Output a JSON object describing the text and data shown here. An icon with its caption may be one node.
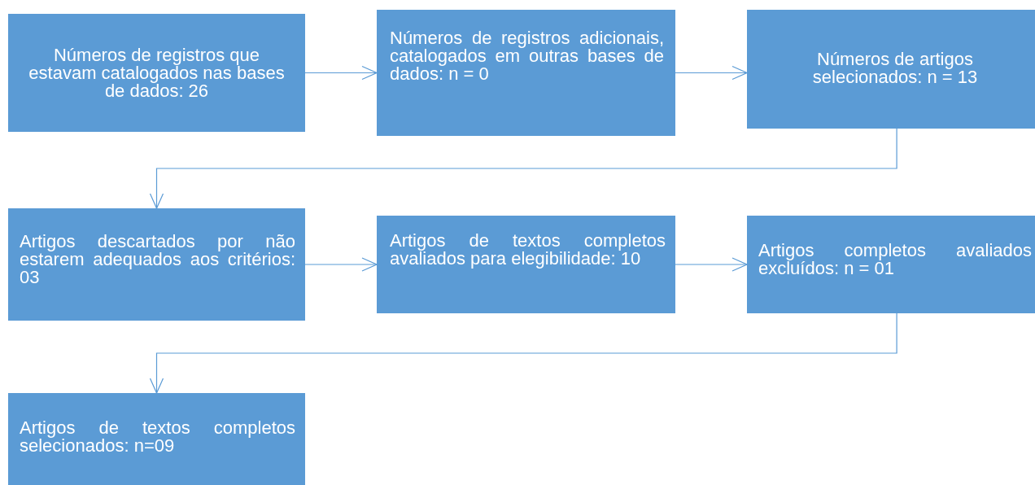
{
  "diagram": {
    "nodes": [
      {
        "text": [
          "Números de registros que estavam catalogados nas bases de dados: 26"
        ]
      },
      {
        "text": [
          "Números de registros adicionais, catalogados em outras bases de dados: n = 0"
        ]
      },
      {
        "text": [
          "Números de artigos selecionados: n = 13"
        ]
      },
      {
        "text": [
          "Artigos descartados por não estarem adequados aos critérios: 03"
        ]
      },
      {
        "text": [
          "Artigos de textos completos avaliados para elegibilidade: 10"
        ]
      },
      {
        "text": [
          "Artigos completos avaliados excluídos: n = 01"
        ]
      },
      {
        "text": [
          "Artigos de textos completos selecionados: n=09"
        ]
      }
    ],
    "edges": [
      {
        "from": 0,
        "to": 1,
        "arrow": "to"
      },
      {
        "from": 1,
        "to": 2,
        "arrow": "to"
      },
      {
        "from": 2,
        "to": 3,
        "arrow": "to"
      },
      {
        "from": 3,
        "to": 4,
        "arrow": "to"
      },
      {
        "from": 4,
        "to": 5,
        "arrow": "to"
      },
      {
        "from": 5,
        "to": 6,
        "arrow": "to"
      }
    ]
  }
}
